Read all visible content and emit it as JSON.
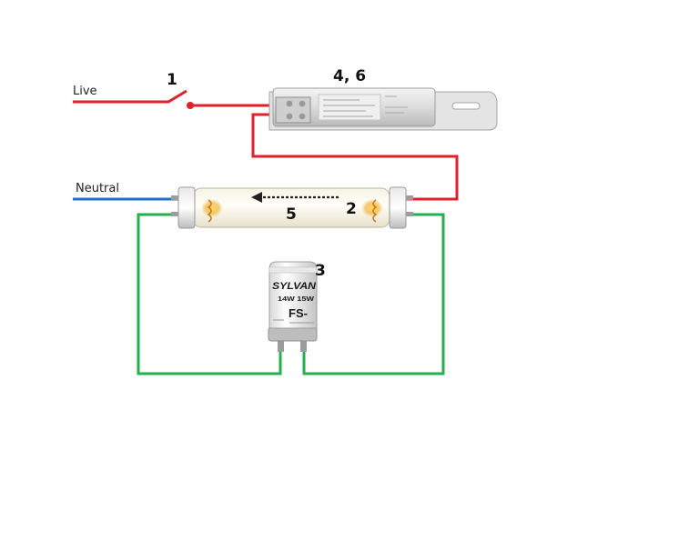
{
  "labels": {
    "live": "Live",
    "neutral": "Neutral",
    "switch": "1",
    "ballast": "4, 6",
    "cathode": "2",
    "starter": "3",
    "arc": "5"
  },
  "starter_markings": {
    "brand": "SYLVAN",
    "rating": "14W 15W",
    "model": "FS-"
  },
  "colors": {
    "live_wire": "#e0202a",
    "neutral_wire": "#1f6fd0",
    "green_wire": "#22b14c",
    "background": "#ffffff"
  }
}
